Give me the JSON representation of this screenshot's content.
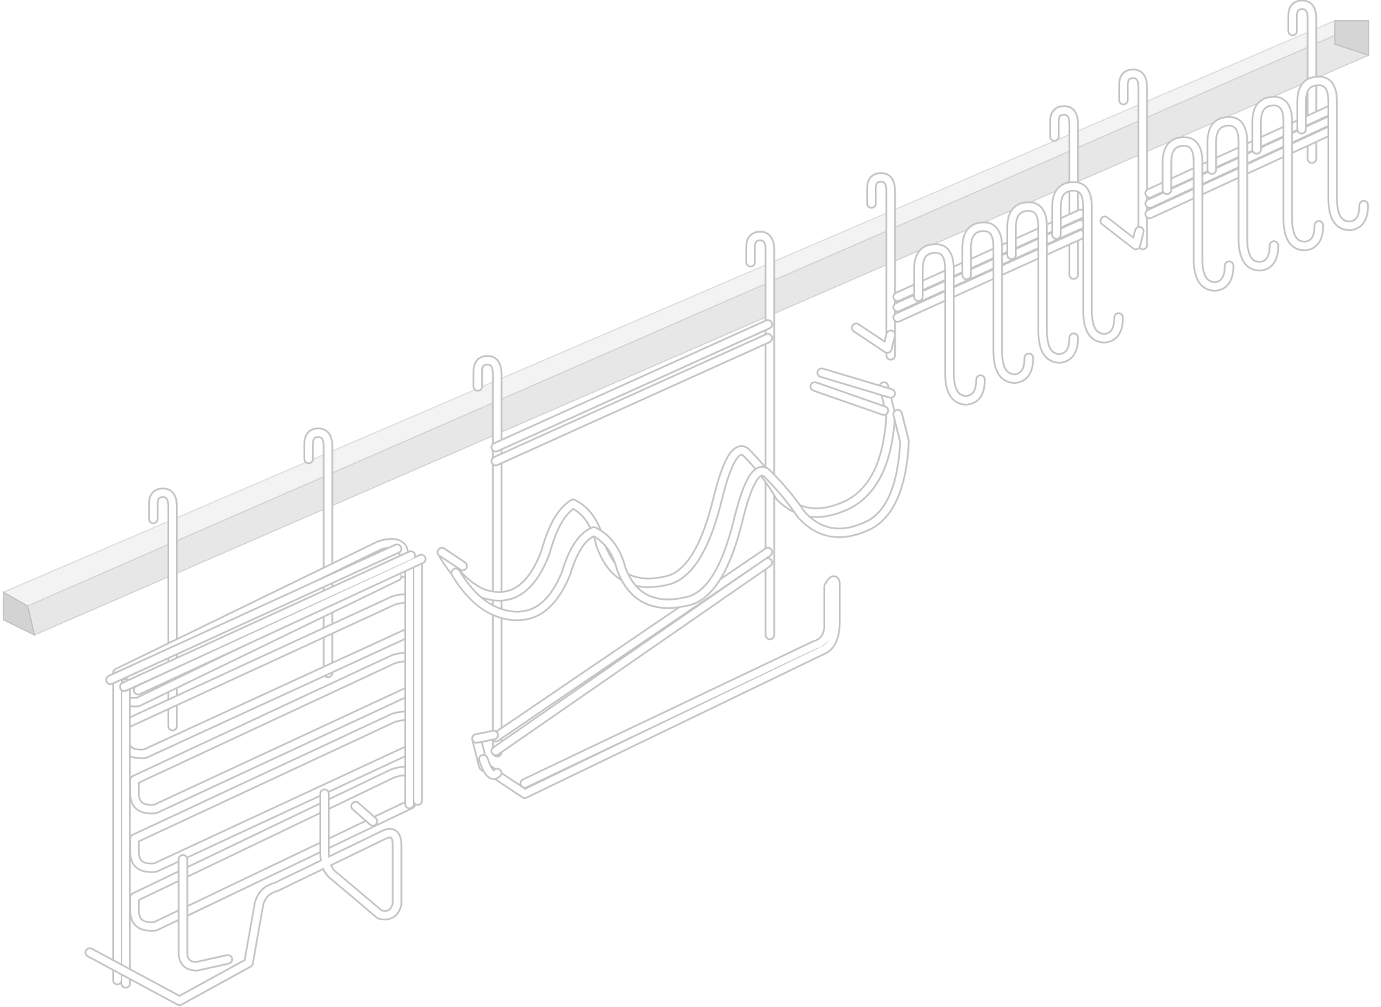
{
  "scene": {
    "subject": "kitchen-rail-system-with-hanging-wire-accessories",
    "background_color": "#ffffff",
    "rail_top_color": "#f2f2f2",
    "rail_front_color": "#e6e6e6",
    "rail_end_color": "#d2d2d2",
    "wire_color": "#ffffff",
    "wire_outline_color": "#c4c4c4",
    "items": [
      "rail",
      "multi-shelf-rack",
      "bottle-and-towel-rack",
      "hook-bar",
      "hook-bar"
    ]
  }
}
